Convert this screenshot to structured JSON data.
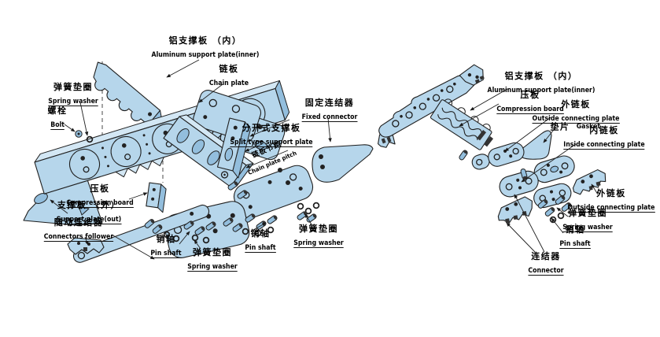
{
  "figure": {
    "type": "exploded-parts-diagram",
    "views": 2
  },
  "colors": {
    "part_fill": "#b6d6eb",
    "part_shade": "#93bedd",
    "part_light": "#d3e7f4",
    "outline": "#1f1f1f",
    "leader": "#1f1f1f",
    "text": "#000000",
    "background": "#ffffff"
  },
  "labels": {
    "left": [
      {
        "zh": "铝支撑板 （内）",
        "en": "Aluminum support plate(inner)"
      },
      {
        "zh": "链板",
        "en": "Chain plate"
      },
      {
        "zh": "固定连结器",
        "en": "Fixed connector"
      },
      {
        "zh": "分开式支撑板",
        "en": "Split type support plate"
      },
      {
        "zh": "链板节距",
        "en": "Chain plate pitch"
      },
      {
        "zh": "弹簧垫圈",
        "en": "Spring washer"
      },
      {
        "zh": "螺栓",
        "en": "Bolt"
      },
      {
        "zh": "压板",
        "en": "Compression board"
      },
      {
        "zh": "支撑板 （外）",
        "en": "Support plate(out)"
      },
      {
        "zh": "随动连结器",
        "en": "Connectors follower"
      },
      {
        "zh": "销轴",
        "en": "Pin shaft"
      },
      {
        "zh": "弹簧垫圈",
        "en": "Spring washer"
      },
      {
        "zh": "销轴",
        "en": "Pin shaft"
      },
      {
        "zh": "弹簧垫圈",
        "en": "Spring washer"
      }
    ],
    "right": [
      {
        "zh": "铝支撑板 （内）",
        "en": "Aluminum support plate(inner)"
      },
      {
        "zh": "压板",
        "en": "Compression board"
      },
      {
        "zh": "外链板",
        "en": "Outside connecting plate"
      },
      {
        "zh": "垫片",
        "en": "Gasket"
      },
      {
        "zh": "内链板",
        "en": "Inside connecting plate"
      },
      {
        "zh": "外链板",
        "en": "Outside connecting plate"
      },
      {
        "zh": "弹簧垫圈",
        "en": "Spring washer"
      },
      {
        "zh": "销轴",
        "en": "Pin shaft"
      },
      {
        "zh": "连结器",
        "en": "Connector"
      }
    ]
  }
}
